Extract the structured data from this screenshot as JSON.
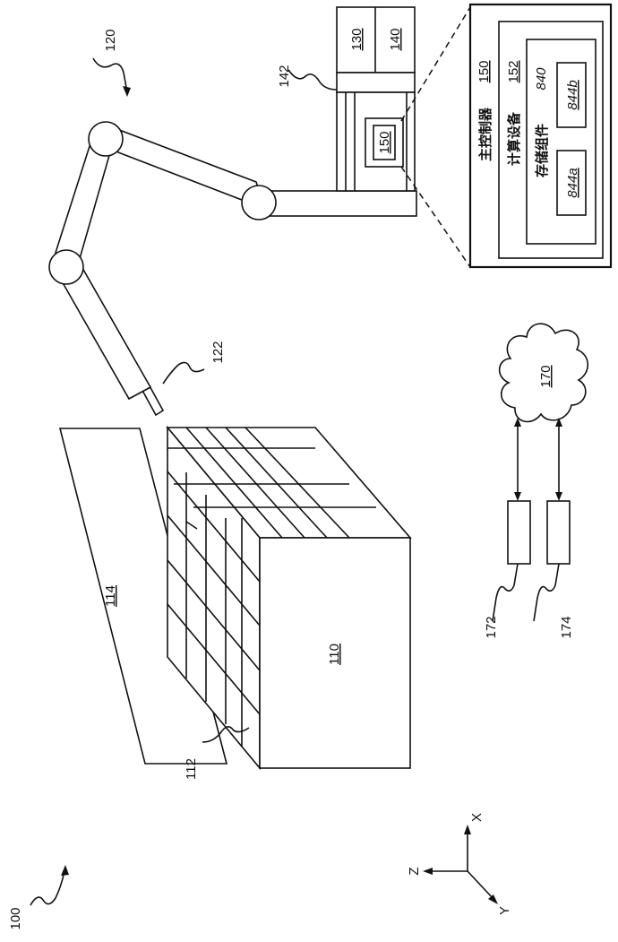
{
  "labels": {
    "fig": "100",
    "axis_x": "X",
    "axis_y": "Y",
    "axis_z": "Z",
    "box": "110",
    "grid": "112",
    "panel": "114",
    "robot": "120",
    "tool": "122",
    "unit130": "130",
    "unit140": "140",
    "frame": "142",
    "ctrl_small": "150",
    "ctrl_num": "150",
    "comp_num": "152",
    "storage_num": "840",
    "mem_a": "844a",
    "mem_b": "844b",
    "cloud": "170",
    "dev1": "172",
    "dev2": "174"
  },
  "texts": {
    "controller": "主控制器",
    "computing": "计算设备",
    "storage": "存储组件"
  }
}
